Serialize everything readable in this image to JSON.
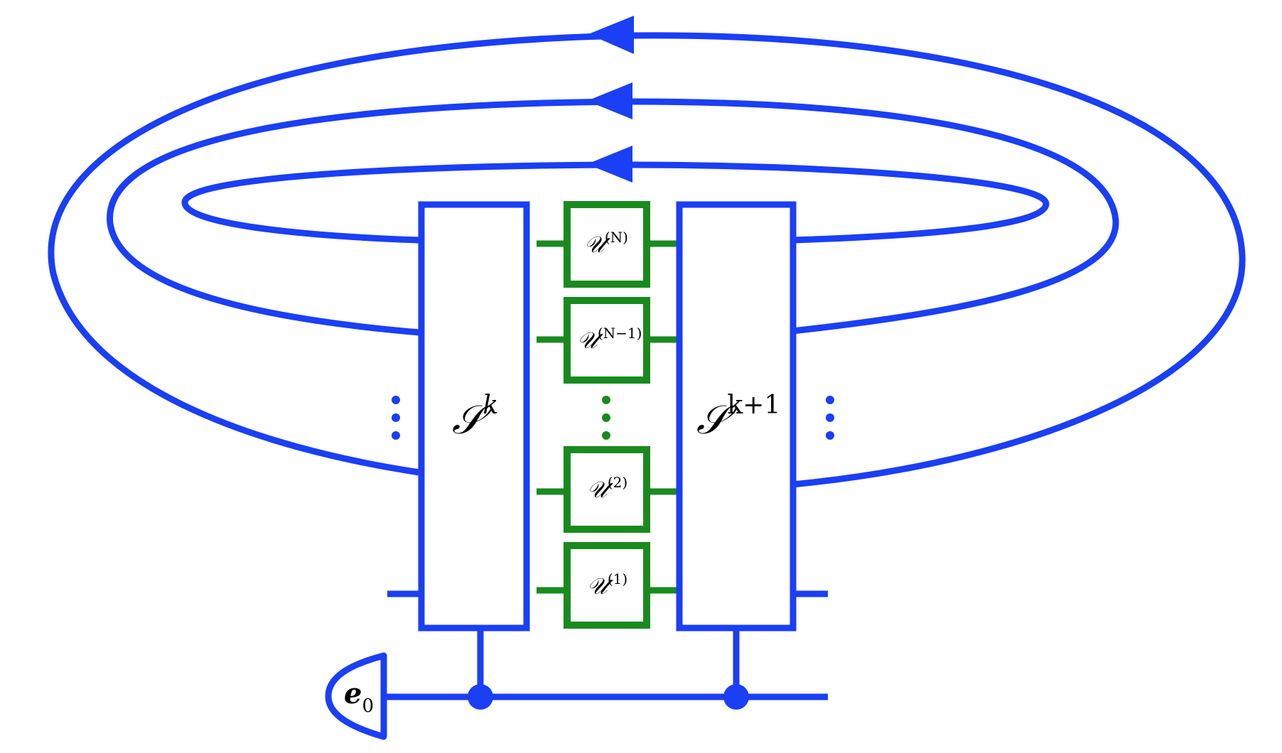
{
  "colors": {
    "blue": "#1a3ff5",
    "green": "#1a8a1f",
    "text": "#000000",
    "background": "#ffffff"
  },
  "blocks": {
    "left": {
      "symbol": "𝒮",
      "superscript": "k"
    },
    "right": {
      "symbol": "𝒮",
      "superscript": "k+1"
    }
  },
  "unitaries": [
    {
      "symbol": "𝒰",
      "superscript": "(N)"
    },
    {
      "symbol": "𝒰",
      "superscript": "(N−1)"
    },
    {
      "symbol": "𝒰",
      "superscript": "(2)"
    },
    {
      "symbol": "𝒰",
      "superscript": "(1)"
    }
  ],
  "effect": {
    "symbol": "e",
    "subscript": "0"
  },
  "icons": {
    "loop_arrow": "arrowhead-left-icon",
    "ellipsis": "vertical-ellipsis-icon",
    "copy_node": "filled-dot-icon",
    "effect": "semicircle-effect-icon"
  }
}
